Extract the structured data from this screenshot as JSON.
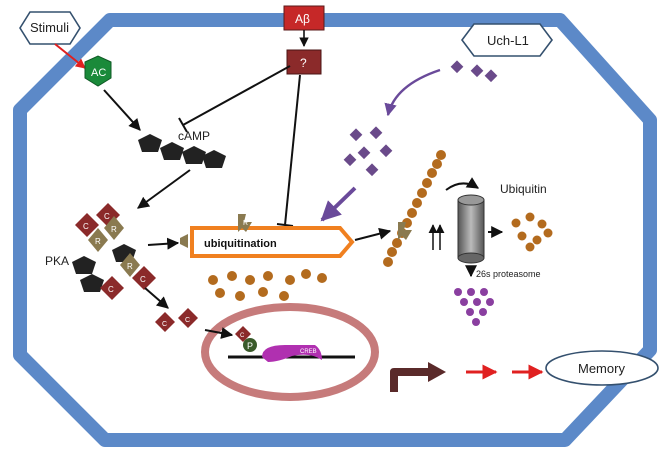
{
  "labels": {
    "stimuli": "Stimuli",
    "abeta": "Aβ",
    "question": "?",
    "uchl1": "Uch-L1",
    "ac": "AC",
    "camp": "cAMP",
    "pka": "PKA",
    "ubiquitination": "ubiquitination",
    "ubiquitin": "Ubiquitin",
    "proteasome": "26s proteasome",
    "memory": "Memory",
    "creb": "CREB",
    "p": "P",
    "r": "R",
    "c": "C"
  },
  "colors": {
    "cell_membrane": "#4a7cc2",
    "nucleus": "#b85a5a",
    "ubiquitin_bead": "#b36b1e",
    "uchl1_shape": "#6a4a8a",
    "proteasome_bead": "#8a3fa0",
    "arrow_red": "#e02020",
    "ac_green": "#1a8a3a",
    "abeta_red": "#c62828",
    "pka_c": "#8b2a2a",
    "pka_r": "#8a7a50",
    "ubiquitination_box": "#f08020",
    "creb": "#b030b0"
  }
}
